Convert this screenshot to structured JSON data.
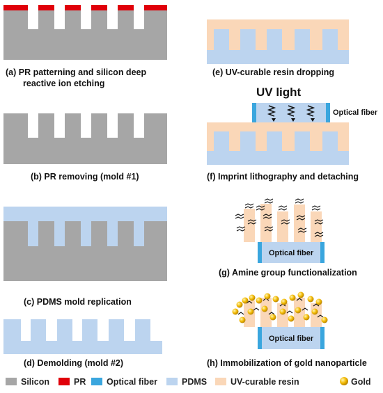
{
  "colors": {
    "silicon": "#a6a6a6",
    "pr": "#e0000a",
    "optical_fiber": "#3aa6de",
    "pdms": "#bcd4ef",
    "resin": "#fad7b8",
    "gold": "#f2b800"
  },
  "steps": {
    "a": {
      "line1": "(a) PR patterning and silicon deep",
      "line2": "reactive ion etching"
    },
    "b": {
      "line1": "(b) PR removing (mold #1)"
    },
    "c": {
      "line1": "(c) PDMS mold replication"
    },
    "d": {
      "line1": "(d) Demolding (mold #2)"
    },
    "e": {
      "line1": "(e) UV-curable resin dropping"
    },
    "f": {
      "line1": "(f) Imprint lithography and detaching"
    },
    "g": {
      "line1": "(g) Amine group functionalization"
    },
    "h": {
      "line1": "(h) Immobilization of gold nanoparticle"
    }
  },
  "uv_light": "UV light",
  "optical_fiber_label": "Optical fiber",
  "legend": [
    {
      "label": "Silicon",
      "color_key": "silicon",
      "icon": "square-swatch"
    },
    {
      "label": "PR",
      "color_key": "pr",
      "icon": "square-swatch"
    },
    {
      "label": "Optical fiber",
      "color_key": "optical_fiber",
      "icon": "square-swatch"
    },
    {
      "label": "PDMS",
      "color_key": "pdms",
      "icon": "square-swatch"
    },
    {
      "label": "UV-curable resin",
      "color_key": "resin",
      "icon": "square-swatch"
    },
    {
      "label": "Gold",
      "color_key": "gold",
      "icon": "gold-sphere"
    }
  ]
}
